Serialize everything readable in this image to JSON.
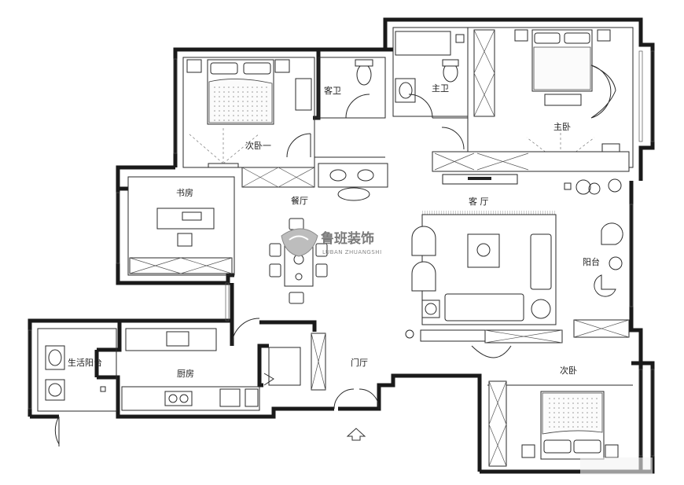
{
  "plan": {
    "rooms": {
      "secondary_bedroom_one": "次卧一",
      "guest_bathroom": "客卫",
      "master_bathroom": "主卫",
      "master_bedroom": "主卧",
      "study": "书房",
      "dining_room": "餐厅",
      "living_room": "客 厅",
      "balcony": "阳台",
      "utility_balcony": "生活阳台",
      "kitchen": "厨房",
      "entrance_hall": "门厅",
      "secondary_bedroom": "次卧"
    },
    "entrance_arrow": "up-arrow-icon"
  },
  "logo": {
    "name": "鲁班装饰",
    "subtitle": "LUBAN ZHUANGSHI"
  },
  "colors": {
    "wall": "#1a1a1a",
    "line": "#2a2a2a",
    "logo": "#7a7a7a"
  }
}
